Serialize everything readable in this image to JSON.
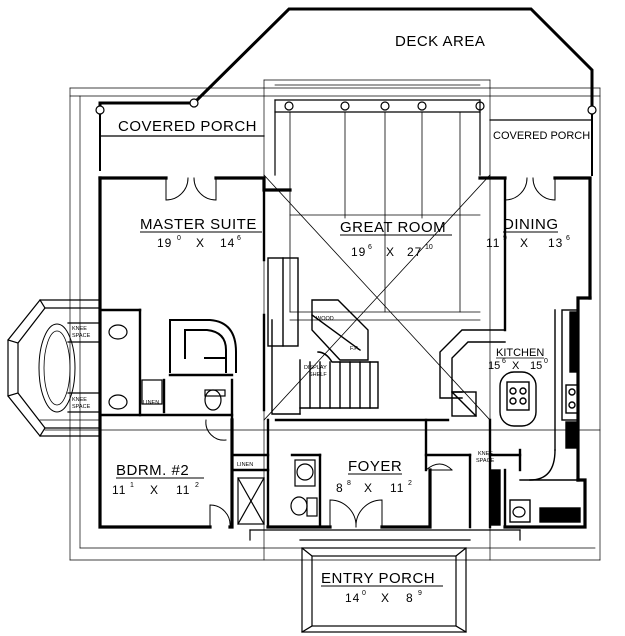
{
  "rooms": {
    "deck_area": {
      "name": "DECK AREA"
    },
    "covered_porch_left": {
      "name": "COVERED PORCH"
    },
    "covered_porch_right": {
      "name": "COVERED PORCH"
    },
    "master_suite": {
      "name": "MASTER SUITE",
      "w": "19",
      "w_in": "0",
      "l": "14",
      "l_in": "6"
    },
    "great_room": {
      "name": "GREAT ROOM",
      "w": "19",
      "w_in": "6",
      "l": "27",
      "l_in": "10"
    },
    "dining": {
      "name": "DINING",
      "w": "11",
      "w_in": "9",
      "l": "13",
      "l_in": "6"
    },
    "kitchen": {
      "name": "KITCHEN",
      "w": "15",
      "w_in": "6",
      "l": "15",
      "l_in": "0"
    },
    "bedroom_2": {
      "name": "BDRM. #2",
      "w": "11",
      "w_in": "1",
      "l": "11",
      "l_in": "2"
    },
    "foyer": {
      "name": "FOYER",
      "w": "8",
      "w_in": "8",
      "l": "11",
      "l_in": "2"
    },
    "entry_porch": {
      "name": "ENTRY PORCH",
      "w": "14",
      "w_in": "0",
      "l": "8",
      "l_in": "9"
    }
  },
  "small_labels": {
    "knee_space_1": [
      "KNEE",
      "SPACE"
    ],
    "knee_space_2": [
      "KNEE",
      "SPACE"
    ],
    "knee_space_3": [
      "KNEE",
      "SPACE"
    ],
    "linen_1": "LINEN",
    "linen_2": "LINEN",
    "wood": "WOOD",
    "fp": "F.P.",
    "display_shelf": [
      "DISPLAY",
      "SHELF"
    ]
  },
  "dimension_separator": "X"
}
